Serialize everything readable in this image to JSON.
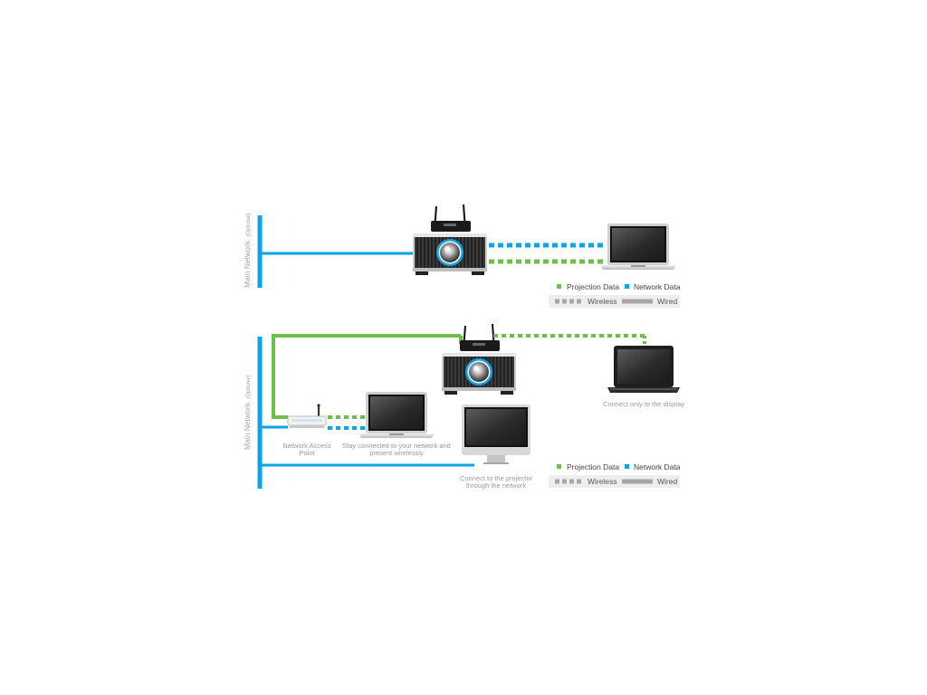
{
  "colors": {
    "network": "#0aa5e6",
    "projection": "#6cc04a",
    "wired_legend": "#a6a6a6",
    "legend_bg": "#eeeeee",
    "label_text": "#9a9a9a"
  },
  "diagram_top": {
    "main_network_label": "Main Network",
    "main_network_optional": "(Optional)",
    "legend": {
      "projection_data": "Projection Data",
      "network_data": "Network Data",
      "wireless": "Wireless",
      "wired": "Wired"
    }
  },
  "diagram_bottom": {
    "main_network_label": "Main Network",
    "main_network_optional": "(Optional)",
    "access_point_label_line1": "Network Access",
    "access_point_label_line2": "Point",
    "laptop_label_line1": "Stay connected to your network and",
    "laptop_label_line2": "present wirelessly",
    "imac_label_line1": "Connect to the projector",
    "imac_label_line2": "through the network",
    "right_laptop_label": "Connect only to the display",
    "legend": {
      "projection_data": "Projection Data",
      "network_data": "Network Data",
      "wireless": "Wireless",
      "wired": "Wired"
    }
  },
  "icons": {
    "projector": "projector-icon",
    "laptop": "laptop-icon",
    "imac": "imac-monitor-icon",
    "router": "wireless-router-icon",
    "access_point": "access-point-icon"
  }
}
